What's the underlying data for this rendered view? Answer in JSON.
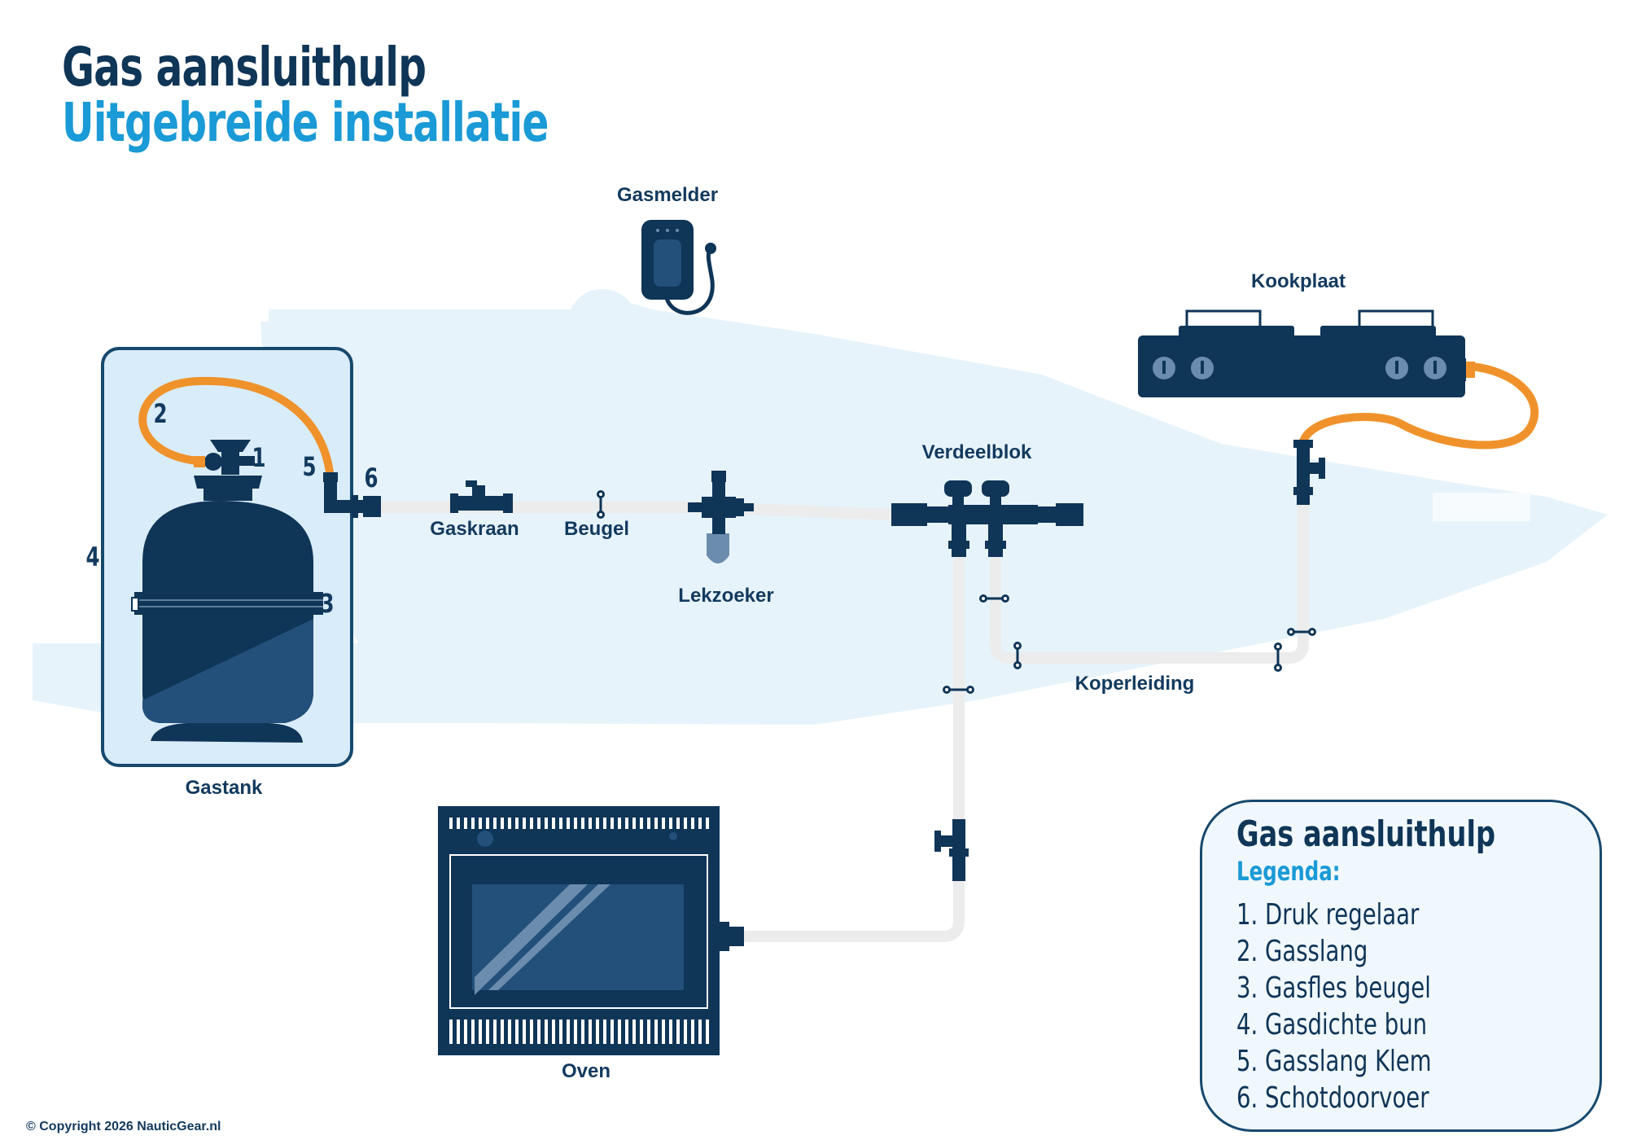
{
  "title": "Gas aansluithulp",
  "subtitle": "Uitgebreide installatie",
  "components": {
    "gasmelder": "Gasmelder",
    "kookplaat": "Kookplaat",
    "verdeelblok": "Verdeelblok",
    "gaskraan": "Gaskraan",
    "beugel": "Beugel",
    "lekzoeker": "Lekzoeker",
    "koperleiding": "Koperleiding",
    "gastank": "Gastank",
    "oven": "Oven"
  },
  "markers": [
    "1",
    "2",
    "3",
    "4",
    "5",
    "6"
  ],
  "legend": {
    "title": "Gas aansluithulp",
    "subtitle": "Legenda:",
    "items": [
      "1. Druk regelaar",
      "2. Gasslang",
      "3. Gasfles beugel",
      "4. Gasdichte bun",
      "5. Gasslang Klem",
      "6. Schotdoorvoer"
    ]
  },
  "copyright": "© Copyright 2026 NauticGear.nl",
  "colors": {
    "navy": "#0f3557",
    "accent_blue": "#1a9ad6",
    "hose_orange": "#f0922b",
    "pipe_grey": "#ececec",
    "boat_silhouette": "#e6f3fb",
    "locker_fill": "#d8ecf9"
  }
}
